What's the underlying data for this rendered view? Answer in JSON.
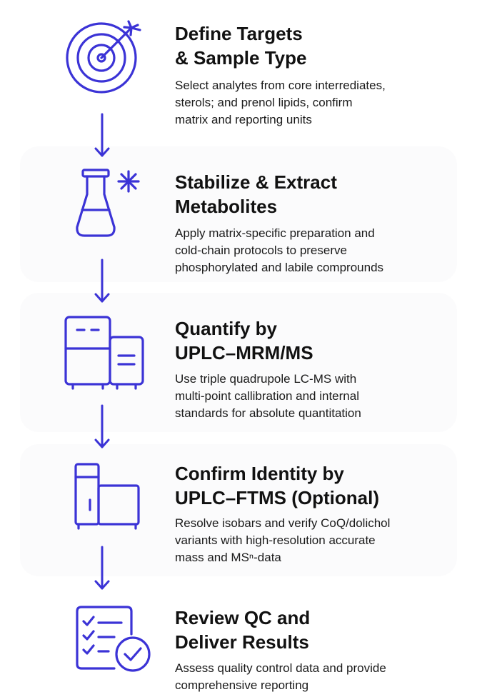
{
  "colors": {
    "accent": "#3b33d6",
    "text": "#111111"
  },
  "steps": [
    {
      "icon": "target-icon",
      "title": [
        "Define Targets",
        "& Sample Type"
      ],
      "desc": [
        "Select analytes from core interrediates,",
        "sterols; and prenol lipids, confirm",
        "matrix and reporting units"
      ]
    },
    {
      "icon": "flask-icon",
      "title": [
        "Stabilize & Extract",
        "Metabolites"
      ],
      "desc": [
        "Apply matrix-specific preparation and",
        "cold-chain protocols to preserve",
        "phosphorylated and labile comprounds"
      ]
    },
    {
      "icon": "mass-spectrometer-icon",
      "title": [
        "Quantify by",
        "UPLC–MRM/MS"
      ],
      "desc": [
        "Use triple quadrupole LC-MS with",
        "multi-point callibration and internal",
        "standards for absolute quantitation"
      ]
    },
    {
      "icon": "ftms-instrument-icon",
      "title": [
        "Confirm Identity by",
        "UPLC–FTMS (Optional)"
      ],
      "desc": [
        "Resolve isobars and verify CoQ/dolichol",
        "variants with high-resolution accurate",
        "mass and MSⁿ-data"
      ]
    },
    {
      "icon": "checklist-icon",
      "title": [
        "Review QC and",
        "Deliver Results"
      ],
      "desc": [
        "Assess quality control data and provide",
        "comprehensive reporting"
      ]
    }
  ]
}
